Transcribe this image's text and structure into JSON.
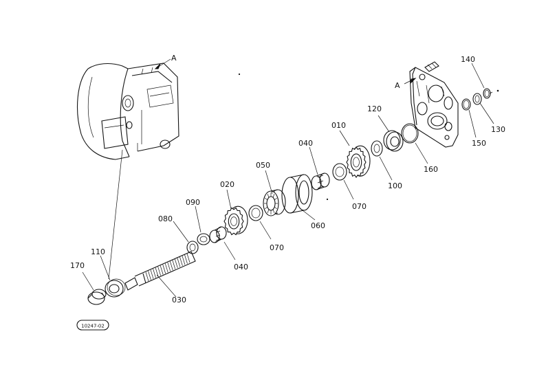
{
  "figure": {
    "ref_code": "10247-02",
    "ref_marker": "A"
  },
  "parts": {
    "p010": "010",
    "p020": "020",
    "p030": "030",
    "p040a": "040",
    "p040b": "040",
    "p050": "050",
    "p060": "060",
    "p070a": "070",
    "p070b": "070",
    "p080": "080",
    "p090": "090",
    "p100": "100",
    "p110": "110",
    "p120": "120",
    "p130": "130",
    "p140": "140",
    "p150": "150",
    "p160": "160",
    "p170": "170"
  }
}
